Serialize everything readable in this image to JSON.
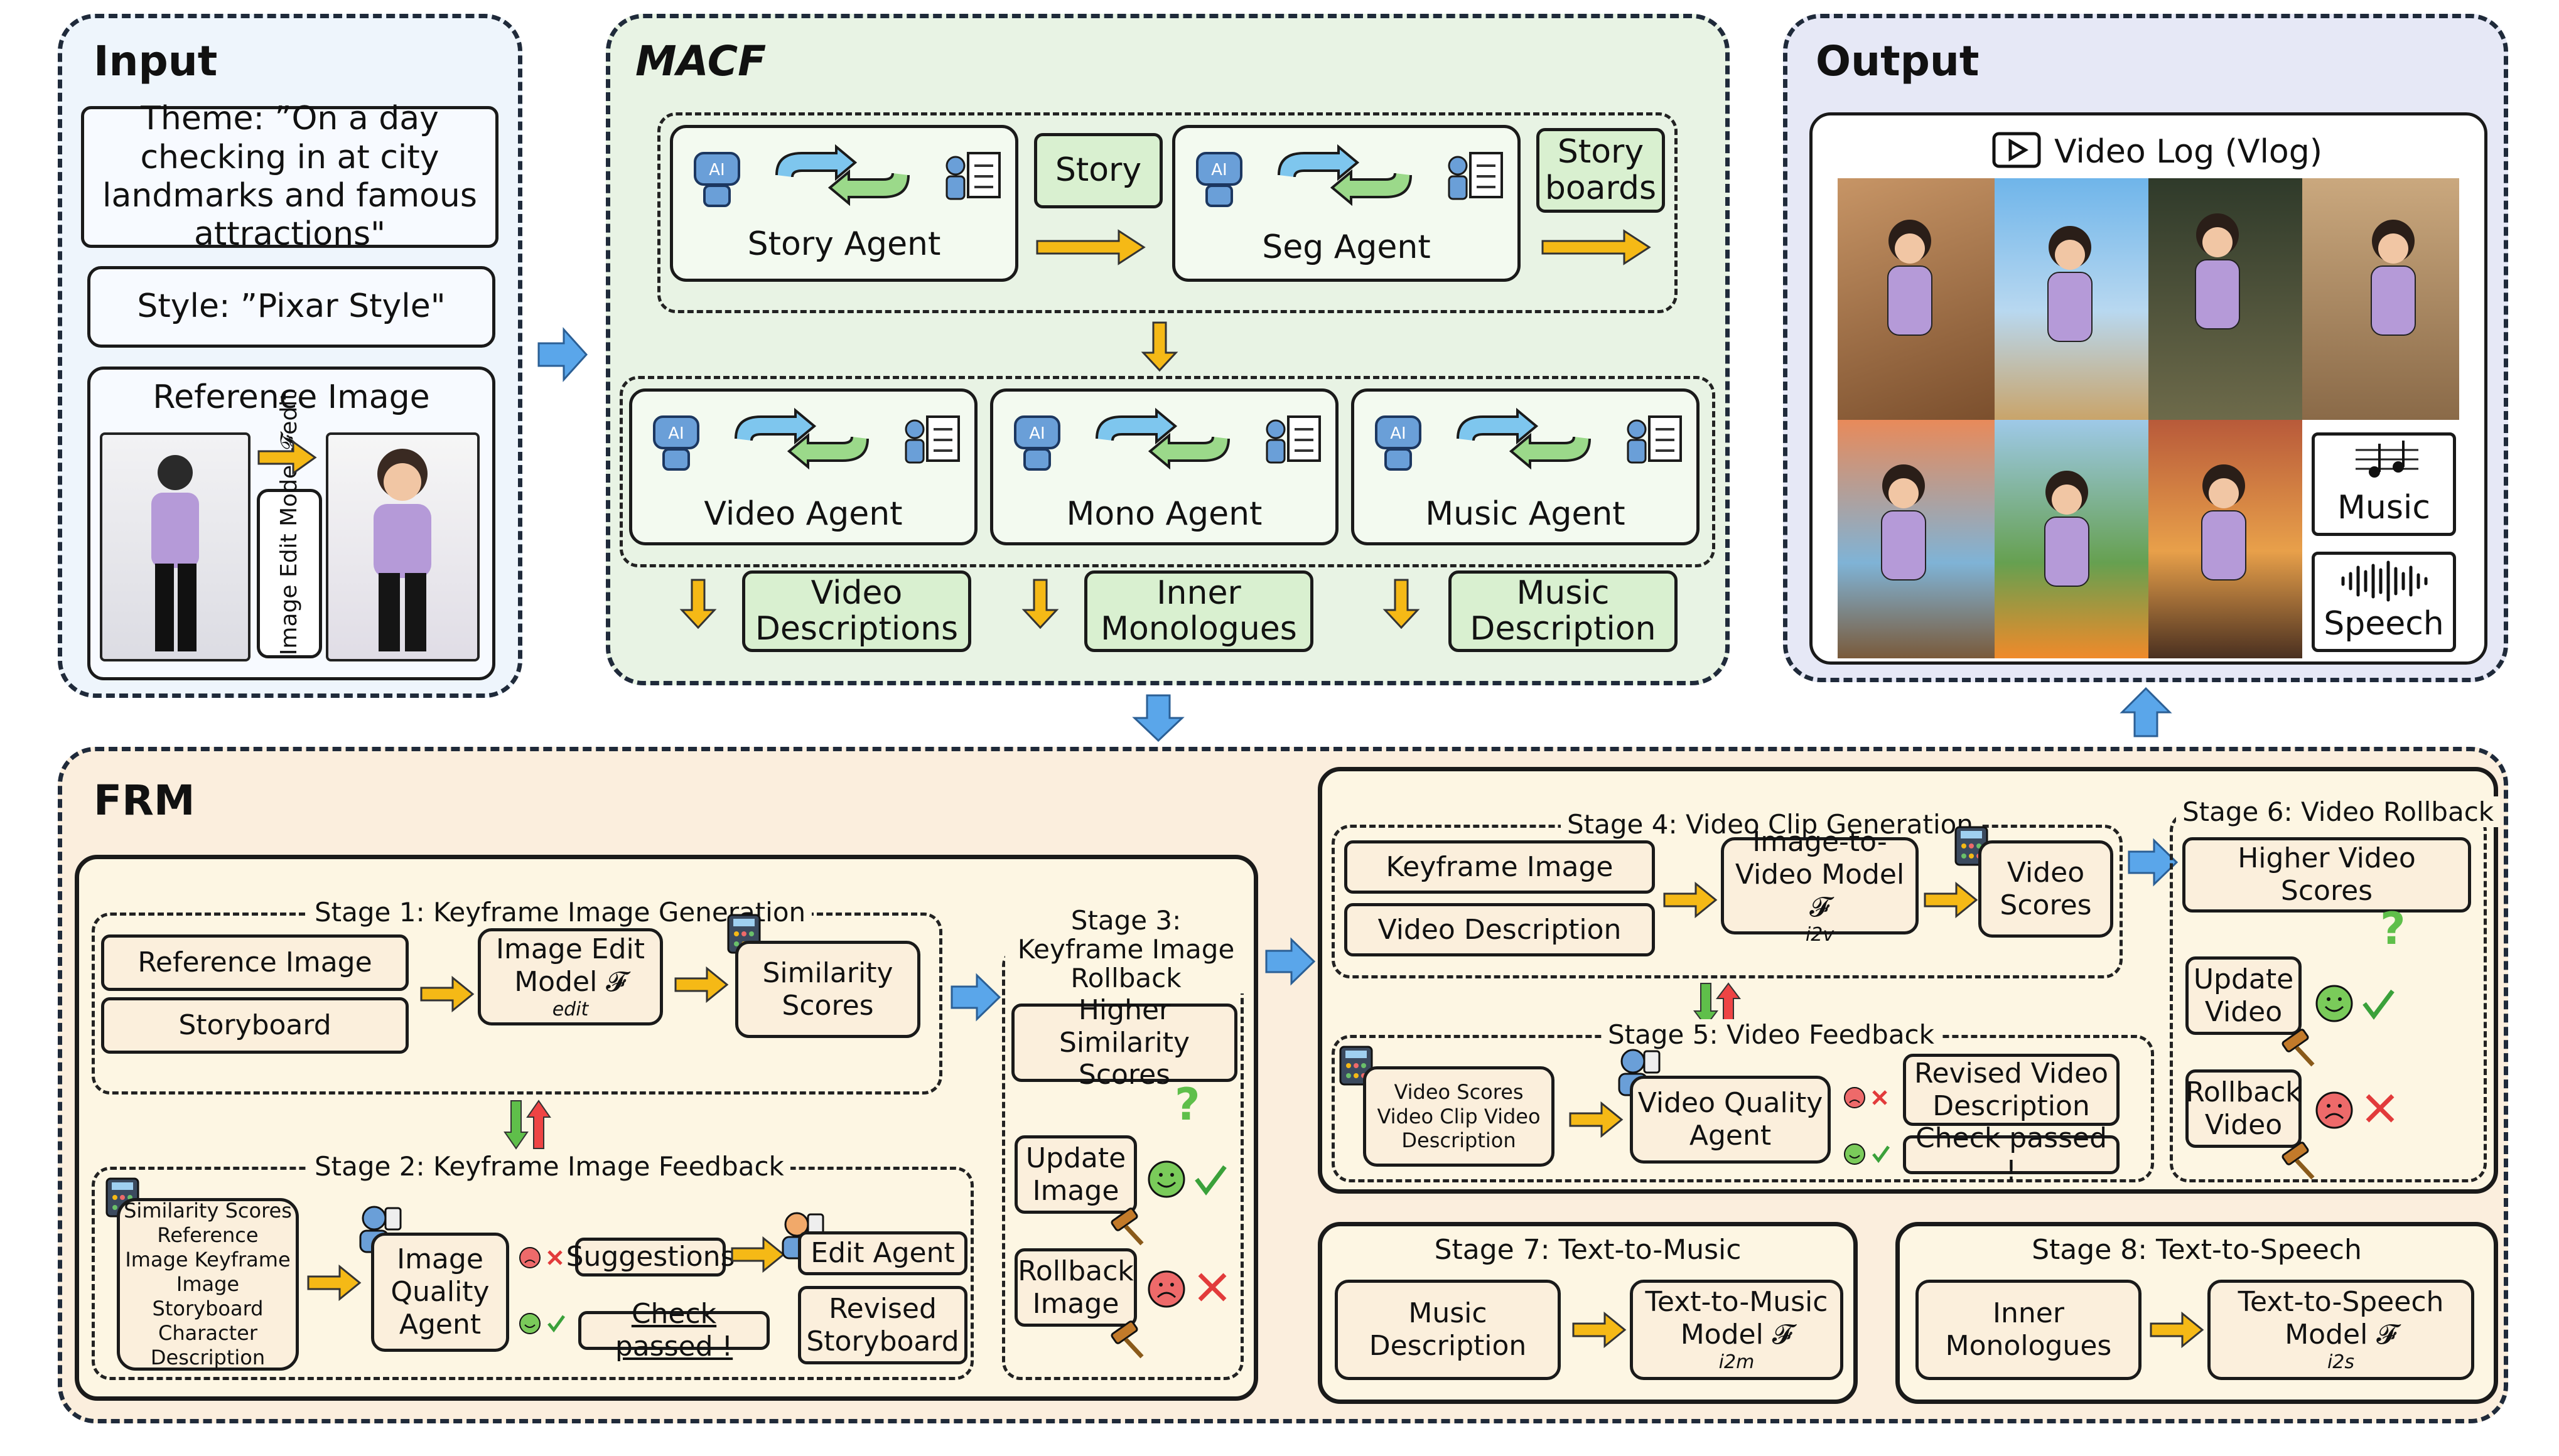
{
  "input": {
    "title": "Input",
    "theme": "Theme: ”On a day checking in at city landmarks and famous attractions\"",
    "style": "Style: ”Pixar Style\"",
    "reference_image": "Reference Image",
    "image_edit_model": "Image Edit Model 𝓕edit"
  },
  "macf": {
    "title": "MACF",
    "story_agent": "Story Agent",
    "story": "Story",
    "seg_agent": "Seg Agent",
    "storyboards": "Story boards",
    "video_agent": "Video Agent",
    "mono_agent": "Mono Agent",
    "music_agent": "Music Agent",
    "video_descriptions": "Video Descriptions",
    "inner_monologues": "Inner Monologues",
    "music_description": "Music Description",
    "ai_badge": "AI"
  },
  "output": {
    "title": "Output",
    "vlog_label": "Video Log (Vlog)",
    "music": "Music",
    "speech": "Speech"
  },
  "frm": {
    "title": "FRM",
    "stage1": {
      "title": "Stage 1: Keyframe Image Generation",
      "reference_image": "Reference Image",
      "storyboard": "Storyboard",
      "image_edit_model": "Image Edit Model 𝓕",
      "edit_sub": "edit",
      "similarity_scores": "Similarity Scores"
    },
    "stage2": {
      "title": "Stage 2: Keyframe Image Feedback",
      "inputs": "Similarity Scores Reference Image Keyframe Image Storyboard Character Description",
      "iqa": "Image Quality Agent",
      "suggestions": "Suggestions",
      "check_passed": "Check passed !",
      "edit_agent": "Edit Agent",
      "revised_storyboard": "Revised Storyboard"
    },
    "stage3": {
      "title": "Stage 3: Keyframe Image Rollback",
      "higher_similarity": "Higher Similarity Scores",
      "update_image": "Update Image",
      "rollback_image": "Rollback Image"
    },
    "stage4": {
      "title": "Stage 4: Video Clip Generation",
      "keyframe_image": "Keyframe Image",
      "video_description": "Video Description",
      "i2v_model": "Image-to-Video Model 𝓕",
      "i2v_sub": "i2v",
      "video_scores": "Video Scores"
    },
    "stage5": {
      "title": "Stage 5: Video Feedback",
      "inputs": "Video Scores Video Clip Video Description",
      "vqa": "Video Quality Agent",
      "revised_video_description": "Revised Video Description",
      "check_passed": "Check passed !"
    },
    "stage6": {
      "title": "Stage 6: Video Rollback",
      "higher_video_scores": "Higher Video Scores",
      "update_video": "Update Video",
      "rollback_video": "Rollback Video"
    },
    "stage7": {
      "title": "Stage 7: Text-to-Music",
      "music_description": "Music Description",
      "t2m_model": "Text-to-Music Model 𝓕",
      "t2m_sub": "i2m"
    },
    "stage8": {
      "title": "Stage 8: Text-to-Speech",
      "inner_monologues": "Inner Monologues",
      "t2s_model": "Text-to-Speech Model 𝓕",
      "t2s_sub": "i2s"
    }
  },
  "colors": {
    "input_bg": "#eef5fc",
    "macf_bg": "#e8f3e4",
    "output_bg": "#e6e8f6",
    "frm_bg": "#fbeedd",
    "box_green": "#d9f0d0",
    "stage_bg": "#fdf6e3",
    "arrow_yellow": "#f5b916",
    "arrow_blue": "#5aa6ea"
  }
}
